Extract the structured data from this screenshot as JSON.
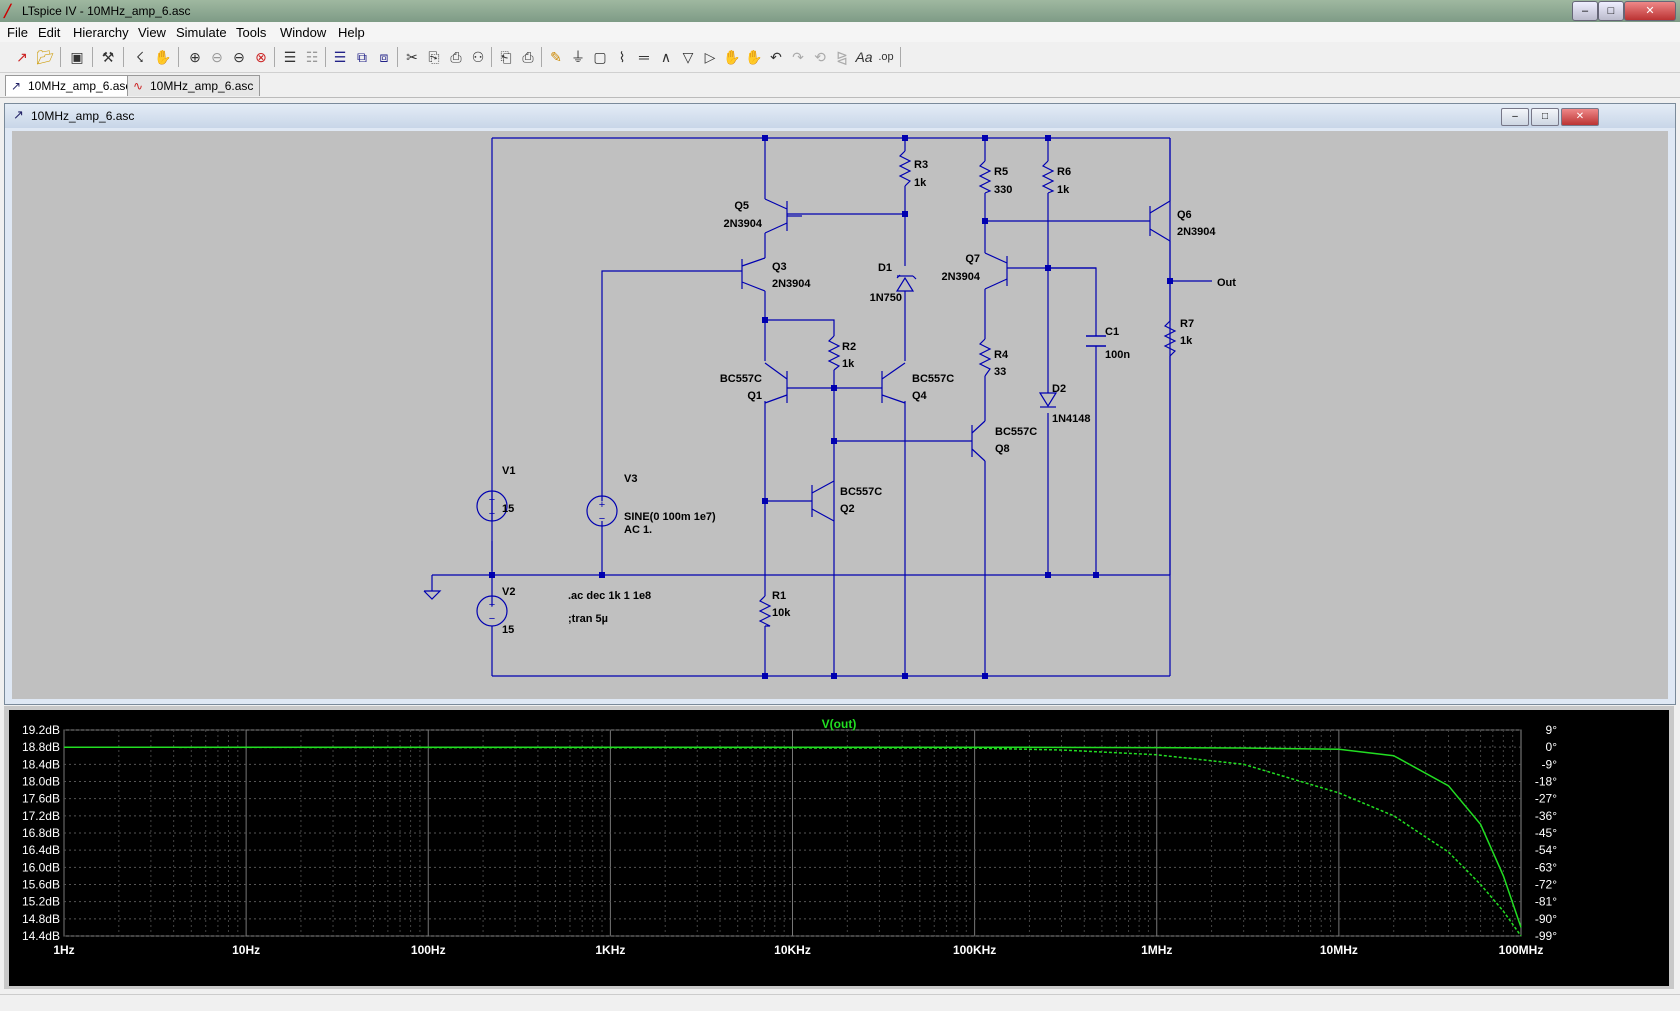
{
  "window": {
    "title": "LTspice IV - 10MHz_amp_6.asc",
    "min": "–",
    "max": "□",
    "close": "✕"
  },
  "menu": [
    "File",
    "Edit",
    "Hierarchy",
    "View",
    "Simulate",
    "Tools",
    "Window",
    "Help"
  ],
  "tabs": [
    {
      "label": "10MHz_amp_6.asc",
      "icon": "schematic-icon",
      "active": true
    },
    {
      "label": "10MHz_amp_6.asc",
      "icon": "waveform-icon",
      "active": false
    }
  ],
  "doc_window": {
    "title": "10MHz_amp_6.asc",
    "min": "–",
    "max": "□",
    "close": "✕"
  },
  "schematic": {
    "components": {
      "R3": {
        "name": "R3",
        "value": "1k"
      },
      "R5": {
        "name": "R5",
        "value": "330"
      },
      "R6": {
        "name": "R6",
        "value": "1k"
      },
      "Q5": {
        "name": "Q5",
        "value": "2N3904"
      },
      "Q6": {
        "name": "Q6",
        "value": "2N3904"
      },
      "Q3": {
        "name": "Q3",
        "value": "2N3904"
      },
      "Q7": {
        "name": "Q7",
        "value": "2N3904"
      },
      "D1": {
        "name": "D1",
        "value": "1N750"
      },
      "R2": {
        "name": "R2",
        "value": "1k"
      },
      "C1": {
        "name": "C1",
        "value": "100n"
      },
      "R7": {
        "name": "R7",
        "value": "1k"
      },
      "R4": {
        "name": "R4",
        "value": "33"
      },
      "Q1": {
        "name": "Q1",
        "value": "BC557C"
      },
      "Q4": {
        "name": "Q4",
        "value": "BC557C"
      },
      "D2": {
        "name": "D2",
        "value": "1N4148"
      },
      "Q8": {
        "name": "Q8",
        "value": "BC557C"
      },
      "Q2": {
        "name": "Q2",
        "value": "BC557C"
      },
      "V1": {
        "name": "V1",
        "value": "15"
      },
      "V2": {
        "name": "V2",
        "value": "15"
      },
      "V3": {
        "name": "V3",
        "value": "SINE(0 100m 1e7)",
        "value2": "AC 1."
      },
      "R1": {
        "name": "R1",
        "value": "10k"
      }
    },
    "out_label": "Out",
    "directive_ac": ".ac dec 1k 1 1e8",
    "directive_tran": ";tran 5µ"
  },
  "chart_data": {
    "type": "line",
    "title": "V(out)",
    "x_scale": "log",
    "xlim": [
      1,
      100000000
    ],
    "x_ticks": [
      "1Hz",
      "10Hz",
      "100Hz",
      "1KHz",
      "10KHz",
      "100KHz",
      "1MHz",
      "10MHz",
      "100MHz"
    ],
    "y_left_ticks": [
      "19.2dB",
      "18.8dB",
      "18.4dB",
      "18.0dB",
      "17.6dB",
      "17.2dB",
      "16.8dB",
      "16.4dB",
      "16.0dB",
      "15.6dB",
      "15.2dB",
      "14.8dB",
      "14.4dB"
    ],
    "y_right_ticks": [
      "9°",
      "0°",
      "-9°",
      "-18°",
      "-27°",
      "-36°",
      "-45°",
      "-54°",
      "-63°",
      "-72°",
      "-81°",
      "-90°",
      "-99°"
    ],
    "ylim_left": [
      14.4,
      19.2
    ],
    "ylim_right": [
      -99,
      9
    ],
    "grid": true,
    "series": [
      {
        "name": "magnitude",
        "style": "solid",
        "color": "#22dd22",
        "axis": "left",
        "x": [
          1,
          100000,
          1000000,
          3000000,
          10000000,
          20000000,
          40000000,
          60000000,
          80000000,
          100000000
        ],
        "y": [
          18.8,
          18.8,
          18.79,
          18.78,
          18.75,
          18.6,
          17.9,
          17.0,
          15.8,
          14.6
        ]
      },
      {
        "name": "phase",
        "style": "dashed",
        "color": "#22dd22",
        "axis": "right",
        "x": [
          1,
          100000,
          300000,
          1000000,
          3000000,
          10000000,
          20000000,
          40000000,
          60000000,
          80000000,
          100000000
        ],
        "y": [
          0,
          -0.5,
          -1.5,
          -4,
          -9,
          -24,
          -36,
          -55,
          -72,
          -86,
          -99
        ]
      }
    ]
  }
}
